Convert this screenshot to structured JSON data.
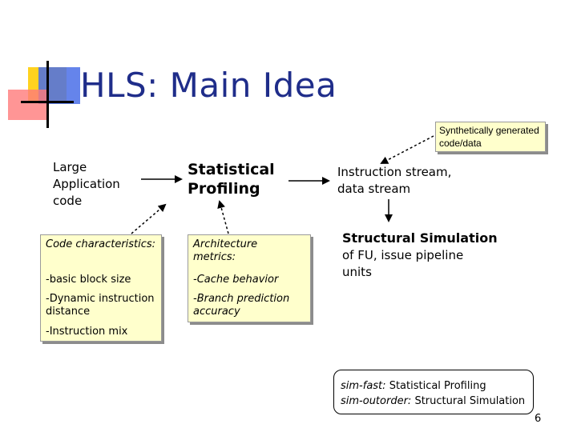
{
  "title": "HLS: Main Idea",
  "page_number": "6",
  "synthetic_box": "Synthetically generated code/data",
  "input": {
    "large_app": [
      "Large",
      "Application",
      "code"
    ],
    "statistical_profiling": [
      "Statistical",
      "Profiling"
    ],
    "instruction_stream": [
      "Instruction stream,",
      "data stream"
    ]
  },
  "code_characteristics": {
    "heading": "Code characteristics:",
    "items": [
      "-basic block size",
      "-Dynamic instruction distance",
      "-Instruction mix"
    ]
  },
  "architecture_metrics": {
    "heading": "Architecture metrics:",
    "items": [
      "-Cache behavior",
      "-Branch prediction accuracy"
    ]
  },
  "structural_simulation": {
    "heading": "Structural Simulation",
    "lines": [
      "of FU, issue pipeline",
      "units"
    ]
  },
  "note": {
    "line1_tool": "sim-fast:",
    "line1_desc": "Statistical Profiling",
    "line2_tool": "sim-outorder:",
    "line2_desc": "Structural Simulation"
  },
  "colors": {
    "title": "#1f2d8a",
    "box_fill": "#ffffcc",
    "logo_yellow": "#ffd21f",
    "logo_red": "#ff5a5a",
    "logo_blue": "#3a66e6"
  }
}
